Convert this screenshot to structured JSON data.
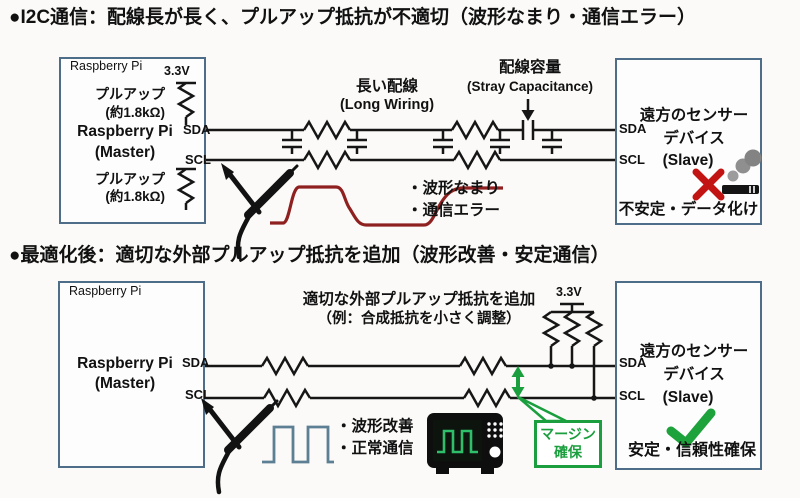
{
  "colors": {
    "box_border": "#4e6d89",
    "wire": "#161616",
    "distorted_waveform_red": "#8e2020",
    "clean_waveform_slate": "#5d7f94",
    "error_red": "#c31414",
    "ok_green": "#1b9e3e",
    "scope_screen_wave_green": "#2fbf6b"
  },
  "section_bad": {
    "title": "●I2C通信：配線長が長く、プルアップ抵抗が不適切（波形なまり・通信エラー）",
    "master_box": {
      "corner_label": "Raspberry Pi",
      "rail_label": "3.3V",
      "pullup_top_label": "プルアップ",
      "pullup_top_value": "(約1.8kΩ)",
      "name_line1": "Raspberry Pi",
      "name_line2": "(Master)",
      "pin_sda": "SDA",
      "pin_scl": "SCL",
      "pullup_bottom_label": "プルアップ",
      "pullup_bottom_value": "(約1.8kΩ)"
    },
    "long_wiring_jp": "長い配線",
    "long_wiring_en": "(Long Wiring)",
    "stray_capacitance_jp": "配線容量",
    "stray_capacitance_en": "(Stray Capacitance)",
    "issues": [
      "・波形なまり",
      "・通信エラー"
    ],
    "slave_box": {
      "pin_sda": "SDA",
      "pin_scl": "SCL",
      "name_line1": "遠方のセンサー",
      "name_line2": "デバイス",
      "name_line3": "(Slave)",
      "status": "不安定・データ化け"
    }
  },
  "section_good": {
    "title": "●最適化後：適切な外部プルアップ抵抗を追加（波形改善・安定通信）",
    "master_box": {
      "corner_label": "Raspberry Pi",
      "name_line1": "Raspberry Pi",
      "name_line2": "(Master)",
      "pin_sda": "SDA",
      "pin_scl": "SCL"
    },
    "fix_note_line1": "適切な外部プルアップ抵抗を追加",
    "fix_note_line2": "（例：合成抵抗を小さく調整）",
    "rail_label": "3.3V",
    "results": [
      "・波形改善",
      "・正常通信"
    ],
    "margin_note_line1": "マージン",
    "margin_note_line2": "確保",
    "slave_box": {
      "pin_sda": "SDA",
      "pin_scl": "SCL",
      "name_line1": "遠方のセンサー",
      "name_line2": "デバイス",
      "name_line3": "(Slave)",
      "status": "安定・信頼性確保"
    }
  }
}
